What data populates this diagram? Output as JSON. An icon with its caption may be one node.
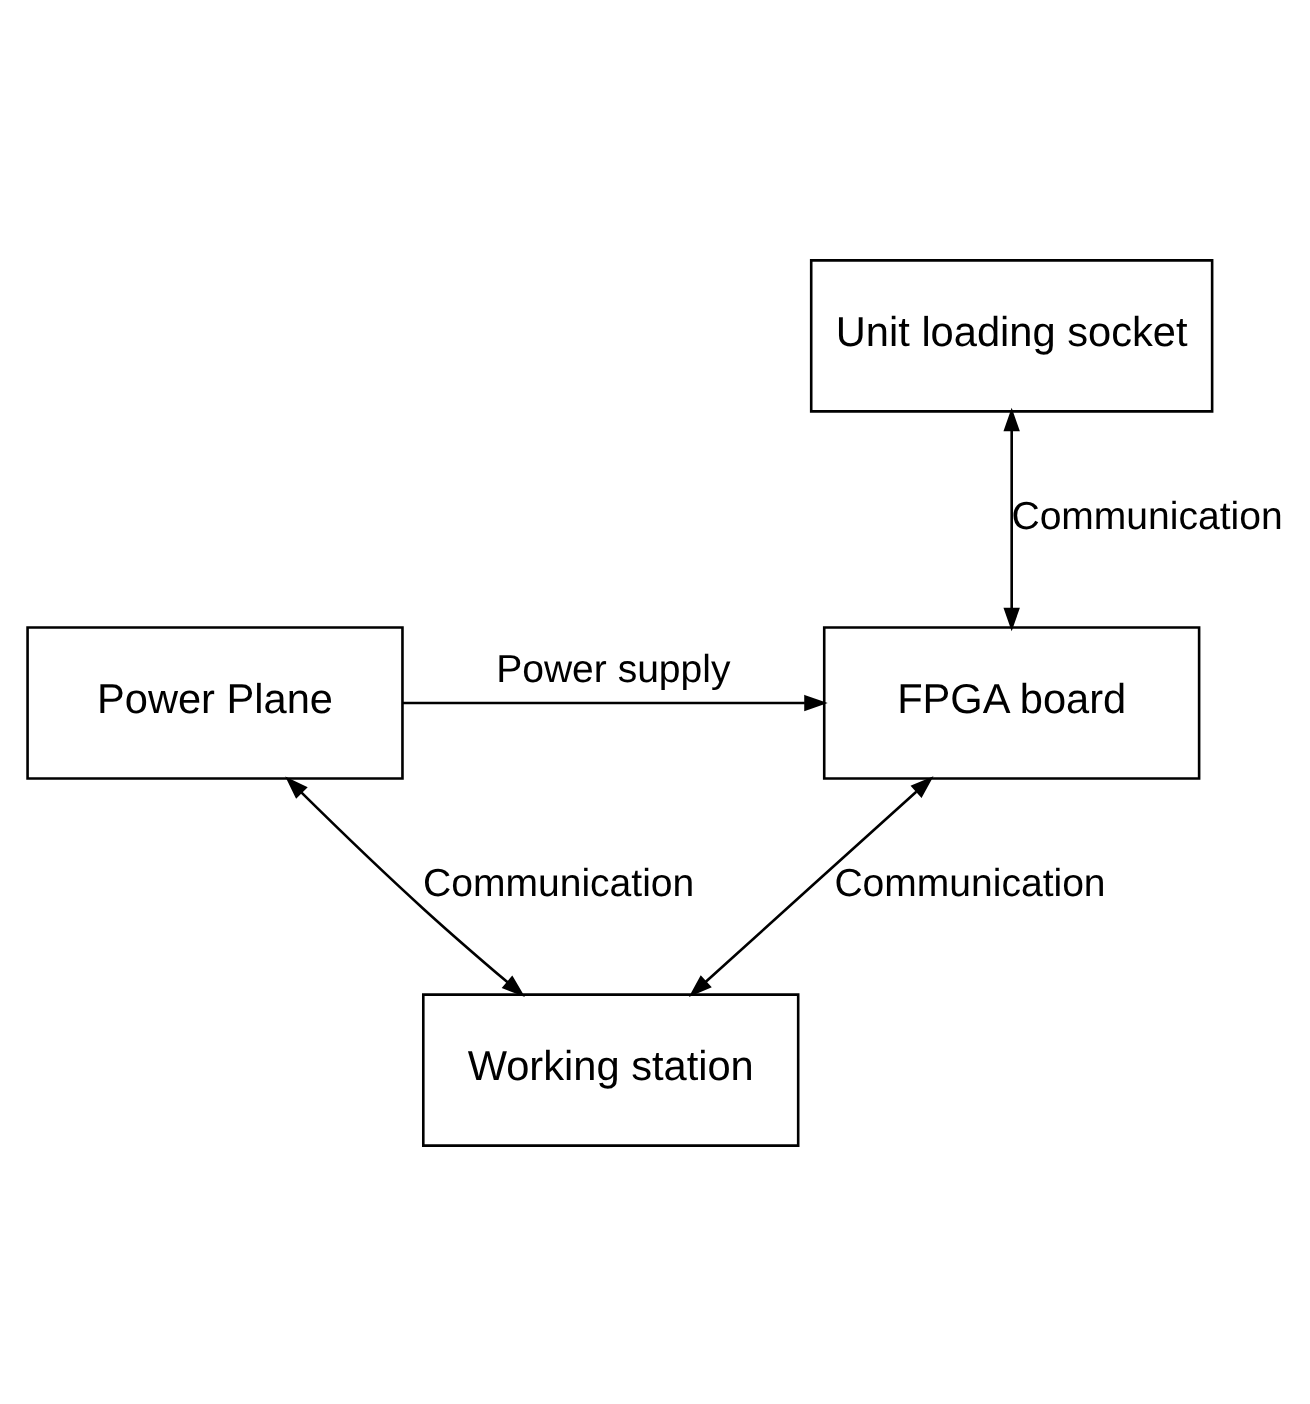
{
  "diagram": {
    "nodes": [
      {
        "text": [
          "Unit loading socket"
        ]
      },
      {
        "text": [
          "Power Plane"
        ]
      },
      {
        "text": [
          "FPGA board"
        ]
      },
      {
        "text": [
          "Working station"
        ]
      }
    ],
    "edges": [
      {
        "from": 0,
        "to": 2,
        "arrow": "both",
        "label": "Communication"
      },
      {
        "from": 1,
        "to": 2,
        "arrow": "to",
        "label": "Power supply"
      },
      {
        "from": 2,
        "to": 3,
        "arrow": "both",
        "label": "Communication"
      },
      {
        "from": 1,
        "to": 3,
        "arrow": "both",
        "label": "Communication"
      }
    ]
  }
}
